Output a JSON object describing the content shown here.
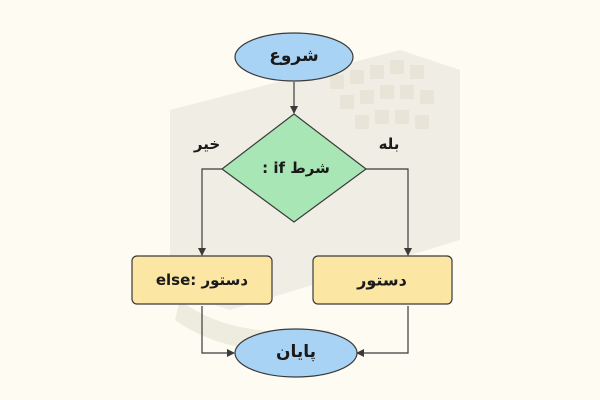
{
  "flowchart": {
    "start": {
      "label": "شروع"
    },
    "condition": {
      "label": "شرط if :"
    },
    "branch_no": {
      "label": "خیر"
    },
    "branch_yes": {
      "label": "بله"
    },
    "else_statement": {
      "label": "else:  دستور"
    },
    "if_statement": {
      "label": "دستور"
    },
    "end": {
      "label": "پایان"
    }
  },
  "colors": {
    "background": "#fdfbf2",
    "terminal_fill": "#a9d3f5",
    "decision_fill": "#a8e6b5",
    "process_fill": "#fce6a4",
    "stroke": "#3a3a3a",
    "watermark": "#eeece3"
  }
}
